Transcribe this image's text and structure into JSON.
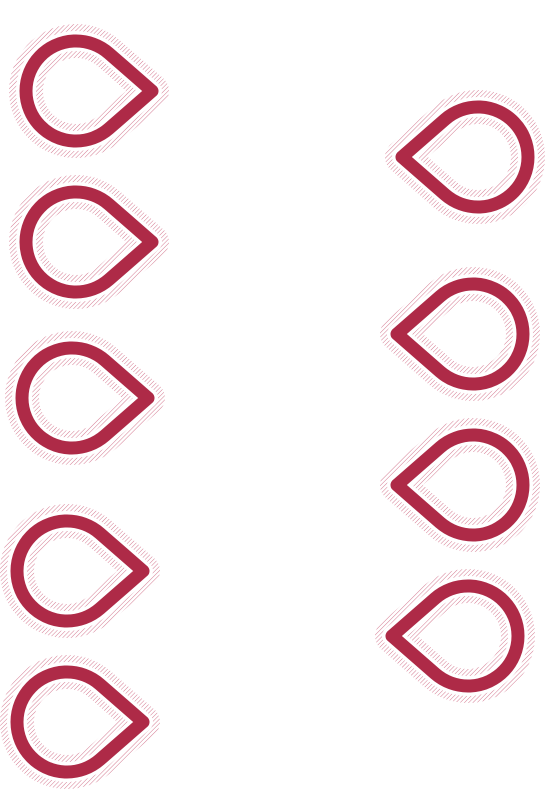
{
  "colors": {
    "outline": "#ae2a47",
    "halo": "#d47a91",
    "background": "#ffffff"
  },
  "icons": {
    "left_column": [
      {
        "name": "teardrop-outline-icon",
        "direction": "right"
      },
      {
        "name": "teardrop-outline-icon",
        "direction": "right"
      },
      {
        "name": "teardrop-outline-icon",
        "direction": "right"
      },
      {
        "name": "teardrop-outline-icon",
        "direction": "right"
      },
      {
        "name": "teardrop-outline-icon",
        "direction": "right"
      }
    ],
    "right_column": [
      {
        "name": "teardrop-outline-icon",
        "direction": "left"
      },
      {
        "name": "teardrop-outline-icon",
        "direction": "left"
      },
      {
        "name": "teardrop-outline-icon",
        "direction": "left"
      },
      {
        "name": "teardrop-outline-icon",
        "direction": "left"
      }
    ]
  }
}
